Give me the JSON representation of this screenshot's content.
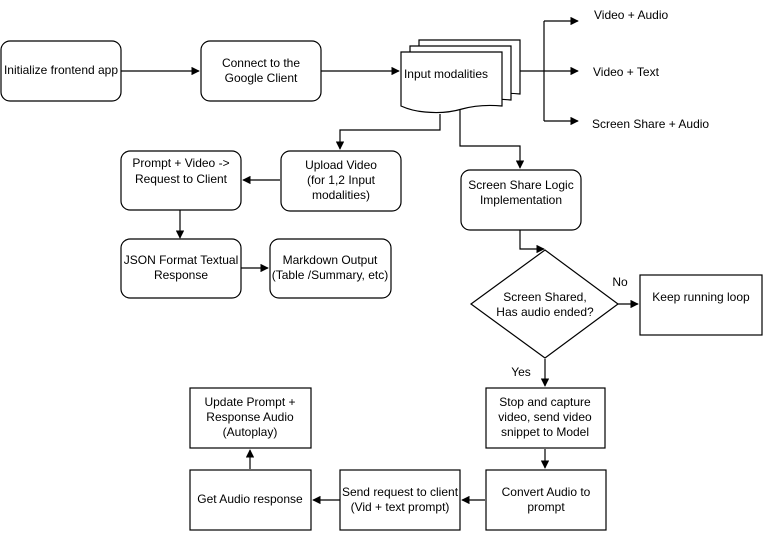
{
  "nodes": {
    "init": [
      "Initialize frontend app"
    ],
    "connect": [
      "Connect to the",
      "Google Client"
    ],
    "input": [
      "Input modalities"
    ],
    "upload": [
      "Upload Video",
      "(for 1,2 Input",
      "modalities)"
    ],
    "prompt_video": [
      "Prompt + Video ->",
      "Request to Client"
    ],
    "json_format": [
      "JSON Format Textual",
      "Response"
    ],
    "markdown": [
      "Markdown Output",
      "(Table /Summary, etc)"
    ],
    "screen_logic": [
      "Screen Share Logic",
      "Implementation"
    ],
    "decision": [
      "Screen Shared,",
      "Has audio ended?"
    ],
    "keep_running": [
      "Keep running loop"
    ],
    "stop_capture": [
      "Stop and capture",
      "video, send video",
      "snippet to Model"
    ],
    "convert_audio": [
      "Convert Audio to",
      "prompt"
    ],
    "send_request": [
      "Send request to client",
      "(Vid + text prompt)"
    ],
    "get_audio": [
      "Get Audio response"
    ],
    "update_prompt": [
      "Update Prompt +",
      "Response Audio",
      "(Autoplay)"
    ]
  },
  "branches": {
    "video_audio": "Video + Audio",
    "video_text": "Video + Text",
    "screen_audio": "Screen Share + Audio"
  },
  "edge_labels": {
    "no": "No",
    "yes": "Yes"
  }
}
